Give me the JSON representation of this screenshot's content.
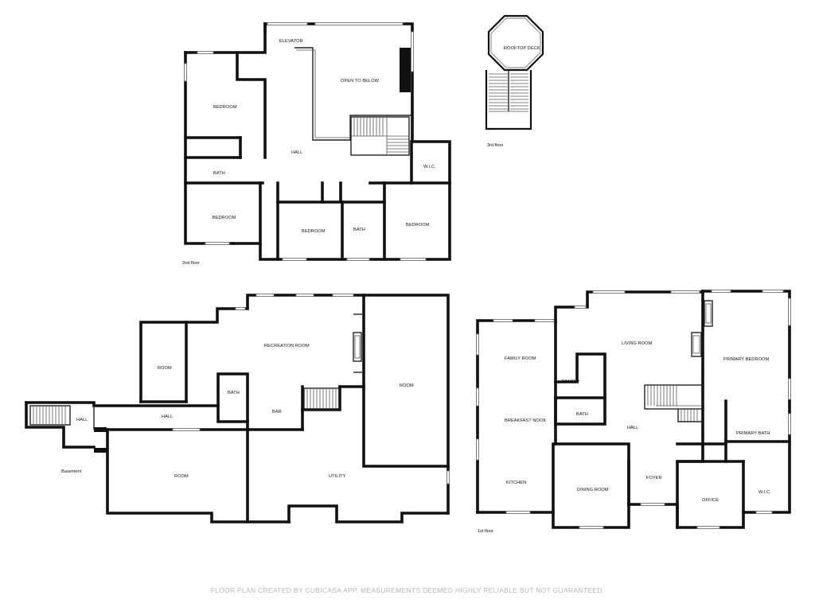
{
  "floors": {
    "second": {
      "label": "2nd floor",
      "rooms": {
        "elevator": "ELEVATOR",
        "open_to_below": "OPEN TO BELOW",
        "bedroom_nw": "BEDROOM",
        "hall": "HALL",
        "bath_w": "BATH",
        "wic": "W.I.C.",
        "bedroom_sw": "BEDROOM",
        "bedroom_mid": "BEDROOM",
        "bath_mid": "BATH",
        "bedroom_e": "BEDROOM"
      }
    },
    "third": {
      "label": "3rd floor",
      "rooms": {
        "rooftop_deck": "ROOFTOP DECK"
      }
    },
    "basement": {
      "label": "Basement",
      "rooms": {
        "recreation_room": "RECREATION ROOM",
        "room_nw": "ROOM",
        "bath": "BATH",
        "bar": "BAR",
        "room_e": "ROOM",
        "hall_w": "HALL",
        "hall": "HALL",
        "room_s": "ROOM",
        "utility": "UTILITY"
      }
    },
    "first": {
      "label": "1st floor",
      "rooms": {
        "family_room": "FAMILY ROOM",
        "living_room": "LIVING ROOM",
        "primary_bedroom": "PRIMARY BEDROOM",
        "pantry": "PANTRY",
        "bath": "BATH",
        "breakfast_nook": "BREAKFAST NOOK",
        "hall": "HALL",
        "primary_bath": "PRIMARY BATH",
        "kitchen": "KITCHEN",
        "dining_room": "DINING ROOM",
        "foyer": "FOYER",
        "office": "OFFICE",
        "wic": "W.I.C."
      }
    }
  },
  "footer": "FLOOR PLAN CREATED BY CUBICASA APP. MEASUREMENTS DEEMED HIGHLY RELIABLE BUT NOT GUARANTEED."
}
